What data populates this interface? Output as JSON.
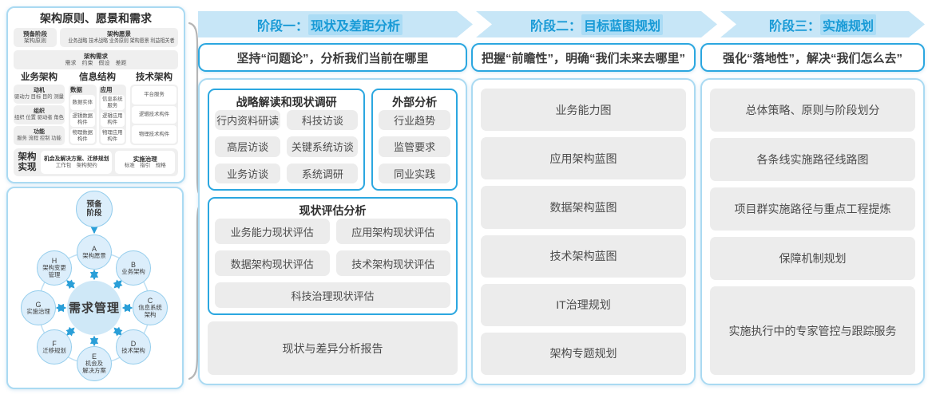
{
  "left_top": {
    "title": "架构原则、愿景和需求",
    "prep_title": "预备阶段",
    "prep_sub": "架构原则",
    "vision_title": "架构愿景",
    "vision_sub": "业务战略 技术战略 业务原则 架构愿景 利益相关者",
    "req_title": "架构需求",
    "req_sub": "需求　约束　假设　差距",
    "biz_title": "业务架构",
    "biz_groups": [
      {
        "title": "动机",
        "sub": "驱动力 目标 目的 测量"
      },
      {
        "title": "组织",
        "sub": "组织 位置 驱动者 角色"
      },
      {
        "title": "功能",
        "sub": "服务 流程 控制 功能"
      }
    ],
    "info_title": "信息结构",
    "info_cols": [
      {
        "title": "数据",
        "items": [
          "数据实体",
          "逻辑数据构件",
          "物理数据构件"
        ]
      },
      {
        "title": "应用",
        "items": [
          "信息系统服务",
          "逻辑应用构件",
          "物理应用构件"
        ]
      }
    ],
    "tech_title": "技术架构",
    "tech_items": [
      "平台服务",
      "逻辑技术构件",
      "物理技术构件"
    ],
    "impl_title": "架构实现",
    "impl_boxes": [
      {
        "title": "机会及解决方案、迁移规划",
        "sub": "工作包　架构契约"
      },
      {
        "title": "实施治理",
        "sub": "标准　指引　规格"
      }
    ]
  },
  "adm": {
    "prep": "预备\n阶段",
    "center": "需求管理",
    "nodes": [
      {
        "letter": "A",
        "label": "架构愿景"
      },
      {
        "letter": "B",
        "label": "业务架构"
      },
      {
        "letter": "C",
        "label": "信息系统\n架构"
      },
      {
        "letter": "D",
        "label": "技术架构"
      },
      {
        "letter": "E",
        "label": "机会及\n解决方案"
      },
      {
        "letter": "F",
        "label": "迁移规划"
      },
      {
        "letter": "G",
        "label": "实施治理"
      },
      {
        "letter": "H",
        "label": "架构变更\n管理"
      }
    ]
  },
  "phases": [
    {
      "tab_prefix": "阶段一：",
      "tab_highlight": "现状及差距分析",
      "subtitle": "坚持“问题论”，分析我们当前在哪里",
      "strategy": {
        "title": "战略解读和现状调研",
        "items": [
          "行内资料研读",
          "科技访谈",
          "高层访谈",
          "关键系统访谈",
          "业务访谈",
          "系统调研"
        ]
      },
      "external": {
        "title": "外部分析",
        "items": [
          "行业趋势",
          "监管要求",
          "同业实践"
        ]
      },
      "assessment": {
        "title": "现状评估分析",
        "items": [
          "业务能力现状评估",
          "应用架构现状评估",
          "数据架构现状评估",
          "技术架构现状评估"
        ],
        "full_item": "科技治理现状评估"
      },
      "report": "现状与差异分析报告"
    },
    {
      "tab_prefix": "阶段二：",
      "tab_highlight": "目标蓝图规划",
      "subtitle": "把握“前瞻性”，明确“我们未来去哪里”",
      "items": [
        "业务能力图",
        "应用架构蓝图",
        "数据架构蓝图",
        "技术架构蓝图",
        "IT治理规划",
        "架构专题规划"
      ]
    },
    {
      "tab_prefix": "阶段三：",
      "tab_highlight": "实施规划",
      "subtitle": "强化“落地性”，解决“我们怎么去”",
      "items": [
        "总体策略、原则与阶段划分",
        "各条线实施路径线路图",
        "项目群实施路径与重点工程提炼",
        "保障机制规划",
        "实施执行中的专家管控与跟踪服务"
      ]
    }
  ],
  "colors": {
    "ribbon_bg": "#c7e6f7",
    "ribbon_text": "#189ad6",
    "accent_border": "#2ba7e0",
    "panel_border": "#aadaf2",
    "chip_bg": "#ececec",
    "circle_fill": "#dceefb",
    "center_fill": "#cfe8f7",
    "arrow": "#2a9fd8",
    "brace": "#b5b5b5"
  }
}
